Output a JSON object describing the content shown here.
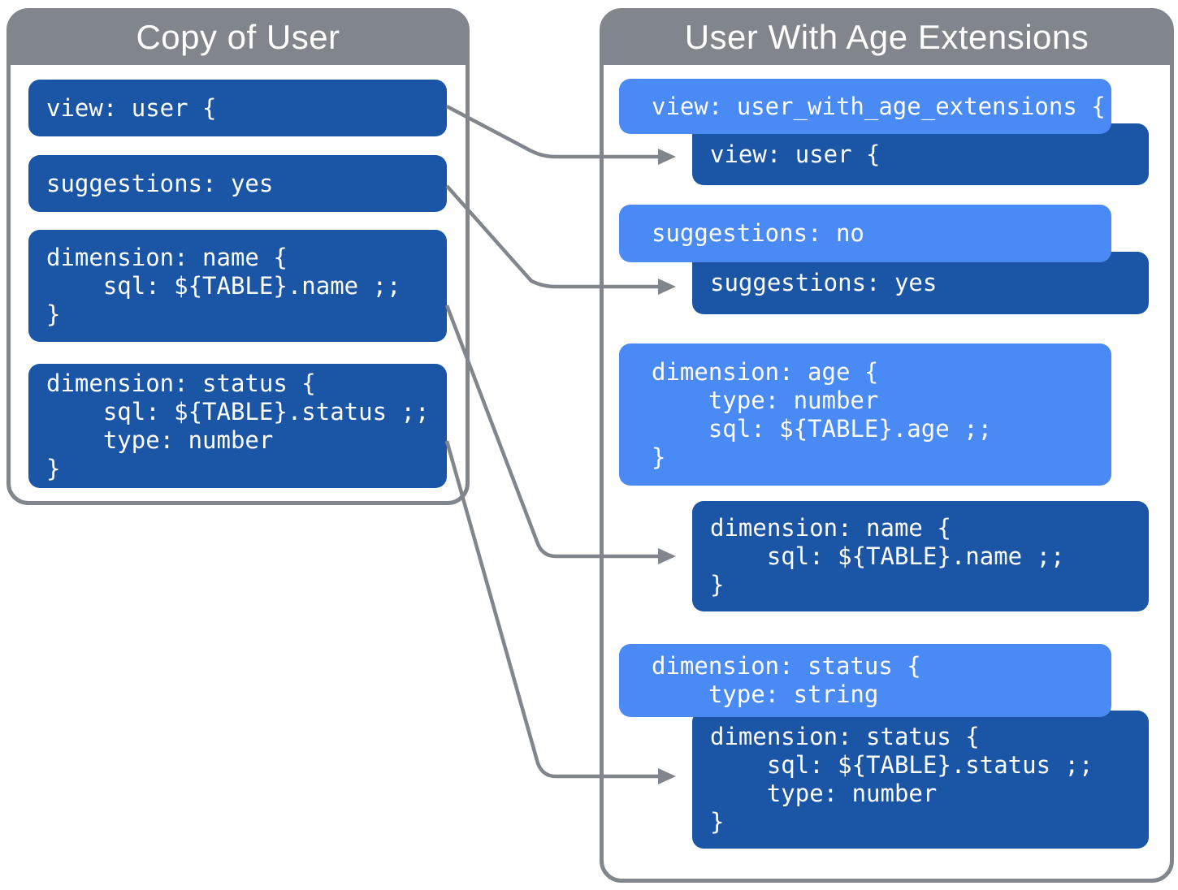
{
  "colors": {
    "panel_gray": "#80868B",
    "dark_blue": "#1B55A6",
    "light_blue": "#4A8AF4",
    "code_text": "#FFFFFF",
    "background": "#FFFFFF"
  },
  "left_panel": {
    "title": "Copy of User",
    "blocks": [
      {
        "id": "view",
        "variant": "dark",
        "lines": [
          "view: user {"
        ]
      },
      {
        "id": "suggestions",
        "variant": "dark",
        "lines": [
          "suggestions: yes"
        ]
      },
      {
        "id": "dimension-name",
        "variant": "dark",
        "lines": [
          "dimension: name {",
          "    sql: ${TABLE}.name ;;",
          "}"
        ]
      },
      {
        "id": "dimension-status",
        "variant": "dark",
        "lines": [
          "dimension: status {",
          "    sql: ${TABLE}.status ;;",
          "    type: number",
          "}"
        ]
      }
    ]
  },
  "right_panel": {
    "title": "User With Age Extensions",
    "blocks": [
      {
        "id": "view-extension",
        "variant": "light",
        "lines": [
          "view: user_with_age_extensions {"
        ]
      },
      {
        "id": "view-inherited",
        "variant": "dark",
        "lines": [
          "view: user {"
        ]
      },
      {
        "id": "suggestions-override",
        "variant": "light",
        "lines": [
          "suggestions: no"
        ]
      },
      {
        "id": "suggestions-inherited",
        "variant": "dark",
        "lines": [
          "suggestions: yes"
        ]
      },
      {
        "id": "dimension-age",
        "variant": "light",
        "lines": [
          "dimension: age {",
          "    type: number",
          "    sql: ${TABLE}.age ;;",
          "}"
        ]
      },
      {
        "id": "dimension-name-inherited",
        "variant": "dark",
        "lines": [
          "dimension: name {",
          "    sql: ${TABLE}.name ;;",
          "}"
        ]
      },
      {
        "id": "dimension-status-override",
        "variant": "light",
        "lines": [
          "dimension: status {",
          "    type: string"
        ]
      },
      {
        "id": "dimension-status-inherited",
        "variant": "dark",
        "lines": [
          "dimension: status {",
          "    sql: ${TABLE}.status ;;",
          "    type: number",
          "}"
        ]
      }
    ]
  },
  "arrows": [
    {
      "from": "view",
      "to": "view-inherited"
    },
    {
      "from": "suggestions",
      "to": "suggestions-inherited"
    },
    {
      "from": "dimension-name",
      "to": "dimension-name-inherited"
    },
    {
      "from": "dimension-status",
      "to": "dimension-status-inherited"
    }
  ]
}
